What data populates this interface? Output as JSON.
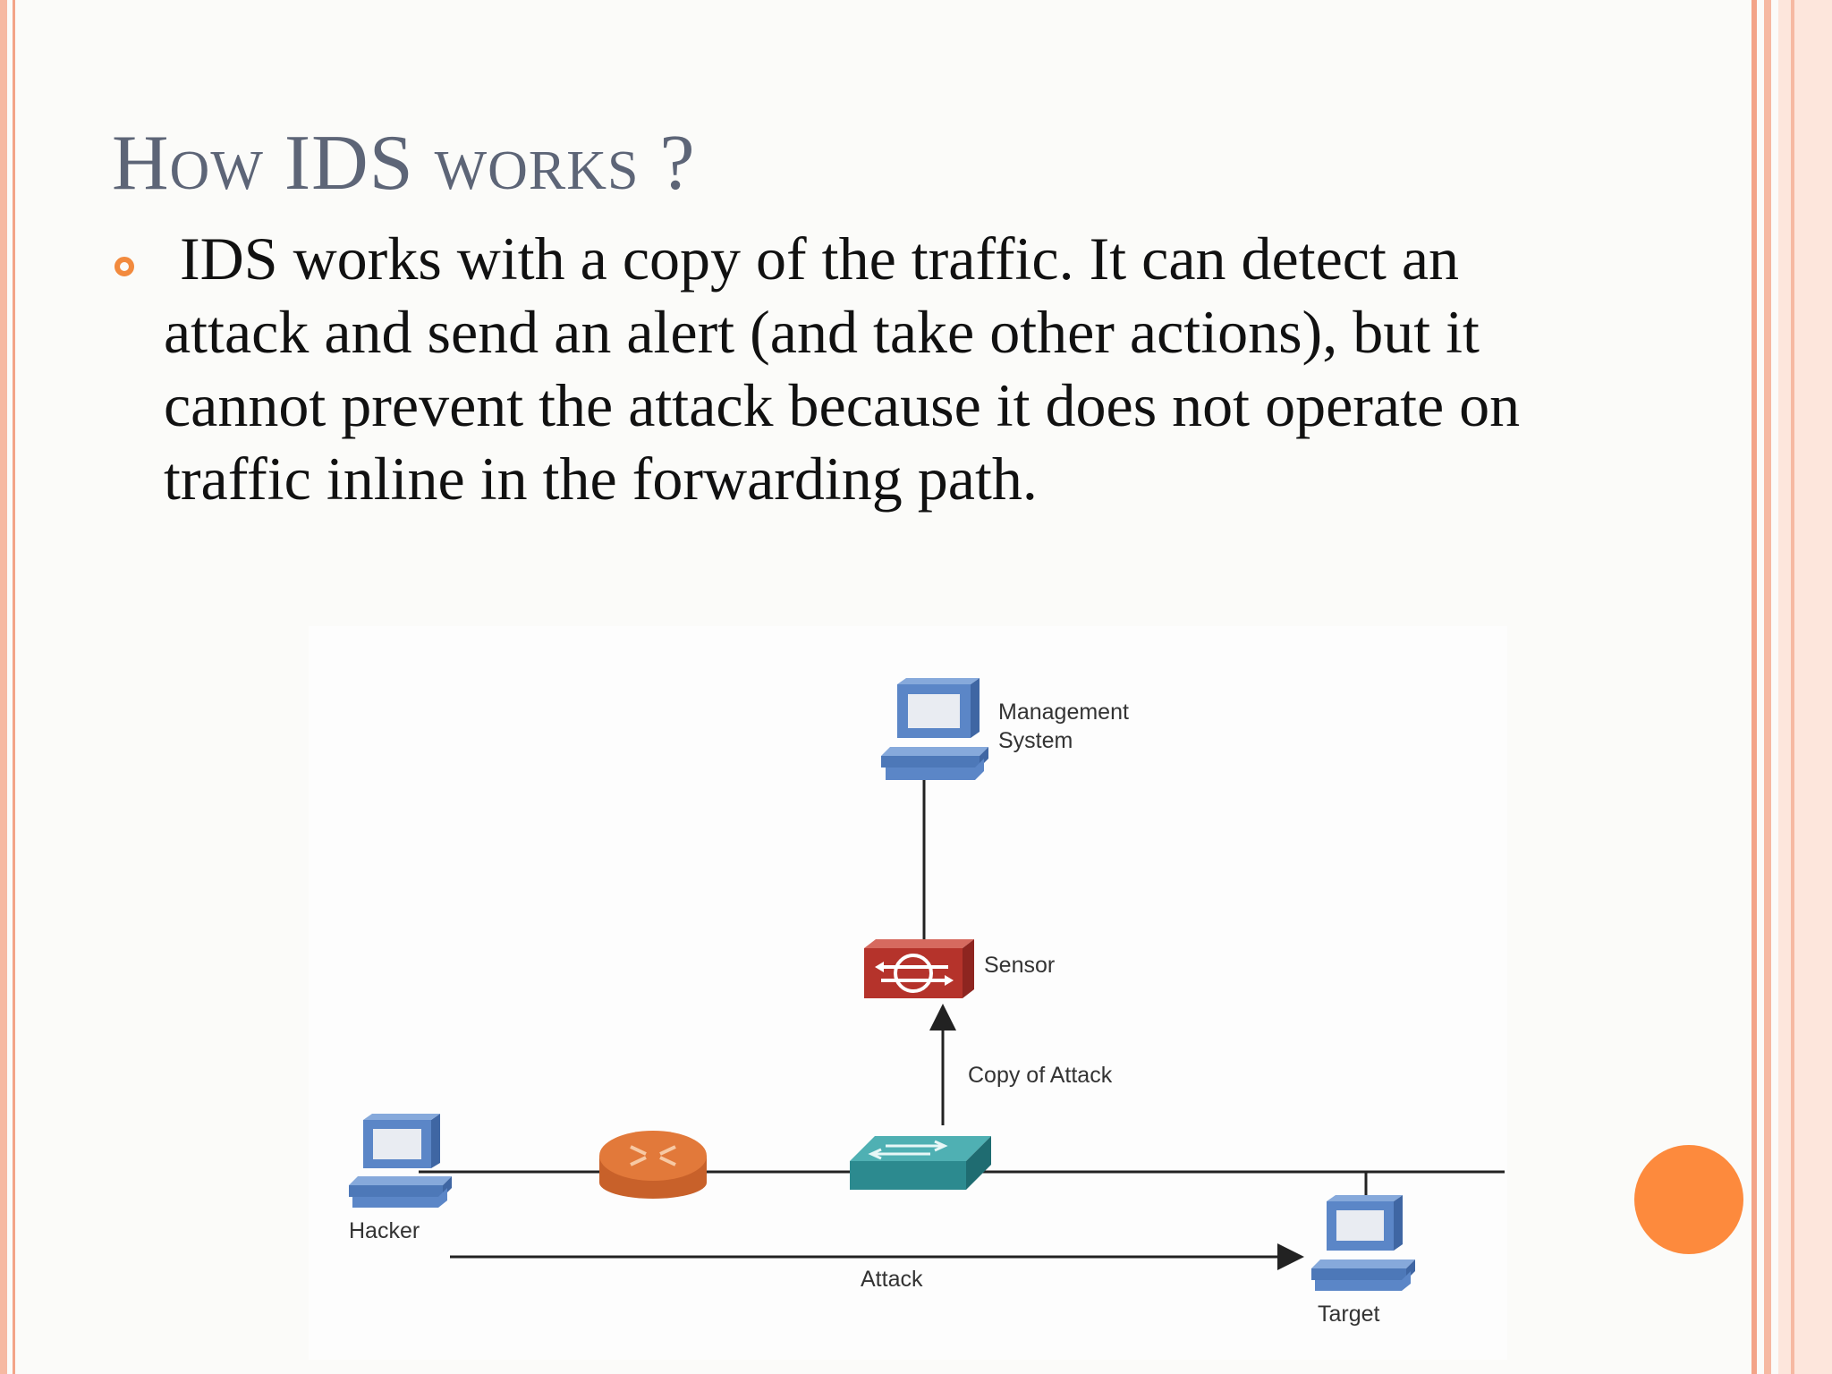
{
  "slide": {
    "title": "How IDS works ?",
    "bullet_text": "IDS works with a copy of the traffic. It can detect an attack and send an alert (and take other actions), but it cannot prevent the attack because it does not operate on traffic inline in the forwarding path."
  },
  "diagram": {
    "management_label_line1": "Management",
    "management_label_line2": "System",
    "sensor_label": "Sensor",
    "copy_label": "Copy of Attack",
    "hacker_label": "Hacker",
    "attack_label": "Attack",
    "target_label": "Target",
    "icons": [
      "workstation-icon",
      "ids-sensor-icon",
      "router-icon",
      "switch-icon"
    ]
  },
  "colors": {
    "accent_orange": "#fd8a3d",
    "title_gray": "#5d6577",
    "border_peach": "#f6b9a2",
    "sensor_red": "#b5332b",
    "switch_teal": "#2c8a8f",
    "router_orange": "#e2793a",
    "computer_blue": "#5b86c7"
  }
}
